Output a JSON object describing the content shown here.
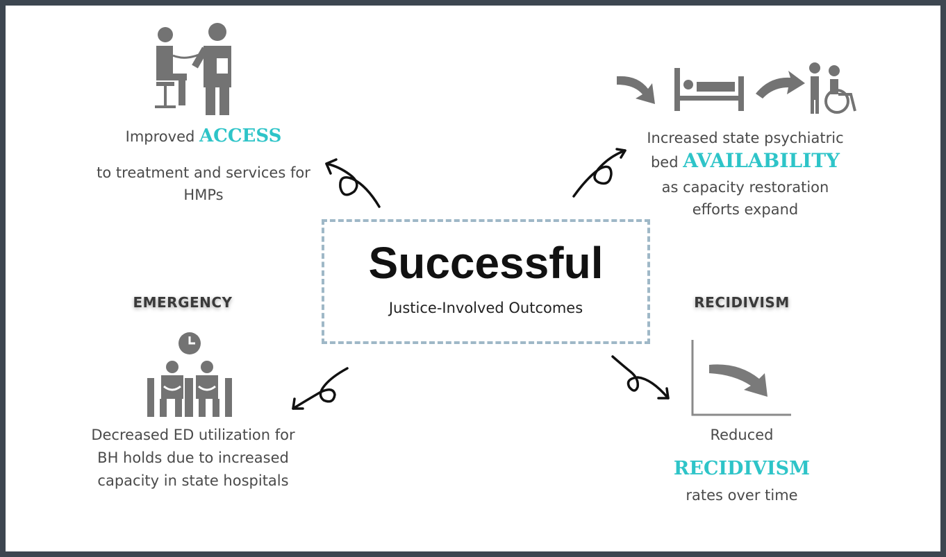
{
  "colors": {
    "accent": "#2ec4c8",
    "frame": "#3d4650",
    "dash": "#9fb8c7",
    "icon": "#737373"
  },
  "center": {
    "title": "Successful",
    "subtitle": "Justice-Involved Outcomes"
  },
  "access": {
    "prefix": "Improved ",
    "keyword": "ACCESS",
    "line1": "to treatment and services for",
    "line2": "HMPs",
    "icon": "doctor-patient-icon"
  },
  "availability": {
    "line1": "Increased state psychiatric",
    "prefix": "bed ",
    "keyword": "AVAILABILITY",
    "line2": "as capacity restoration",
    "line3": "efforts expand",
    "icon": "bed-wheelchair-icon"
  },
  "emergency": {
    "heading": "EMERGENCY",
    "line1": "Decreased ED utilization for",
    "line2": "BH holds due to increased",
    "line3": "capacity in state hospitals",
    "icon": "waiting-room-icon"
  },
  "recidivism": {
    "heading": "RECIDIVISM",
    "line1": "Reduced",
    "keyword": "RECIDIVISM",
    "line2": "rates over time",
    "icon": "downward-trend-icon"
  }
}
